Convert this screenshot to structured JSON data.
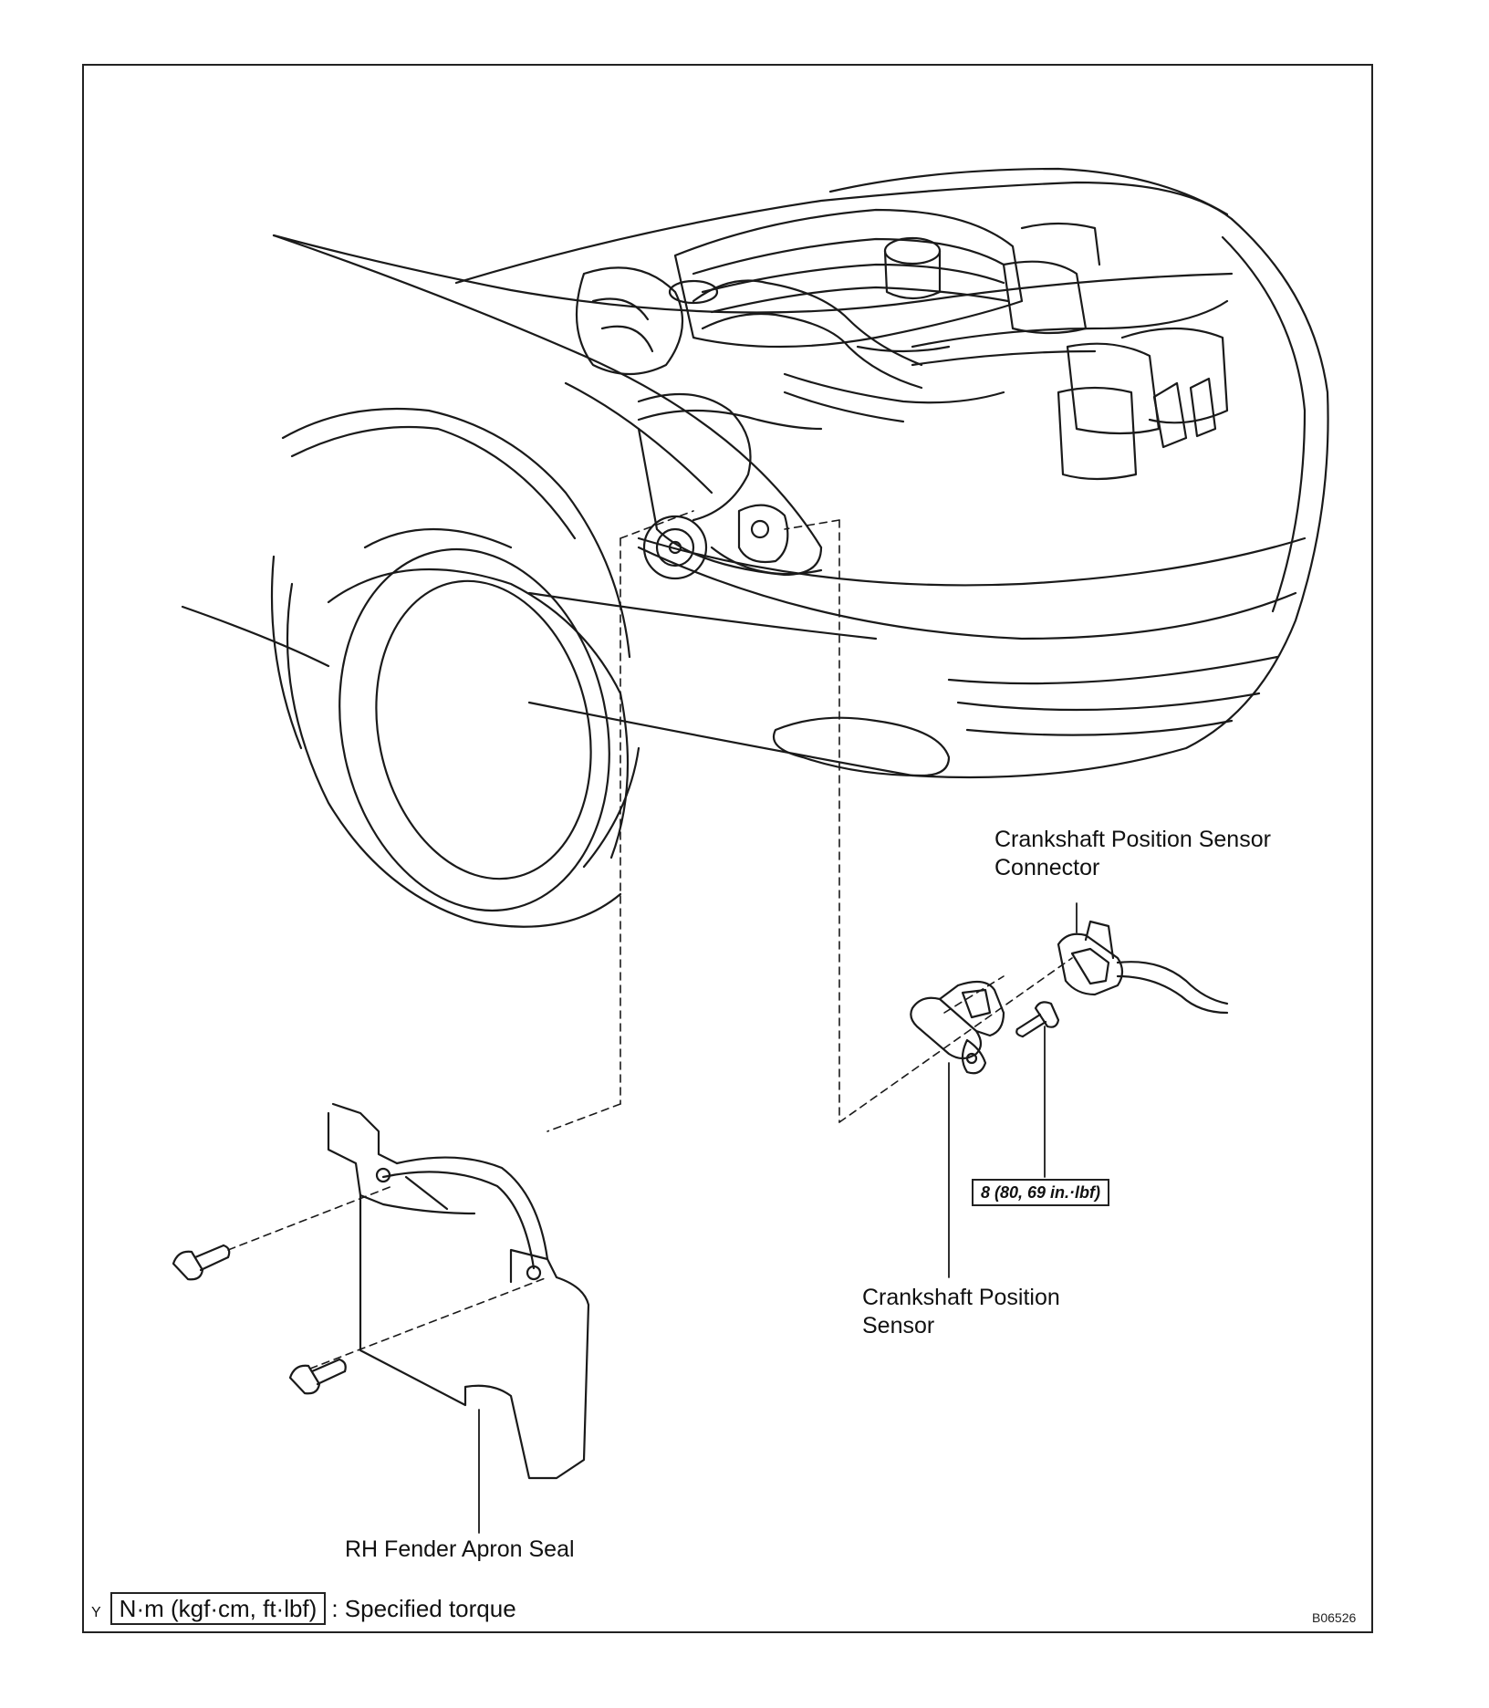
{
  "labels": {
    "connector_line1": "Crankshaft Position Sensor",
    "connector_line2": "Connector",
    "sensor_line1": "Crankshaft Position",
    "sensor_line2": "Sensor",
    "apron_seal": "RH Fender Apron Seal"
  },
  "torque": {
    "bolt_value": "8 (80, 69 in.·lbf)"
  },
  "legend": {
    "prefix": "Y",
    "unit_box": "N·m (kgf·cm, ft·lbf)",
    "text": ": Specified torque"
  },
  "figure_code": "B06526",
  "colors": {
    "line": "#1a1a1a",
    "background": "#ffffff"
  }
}
